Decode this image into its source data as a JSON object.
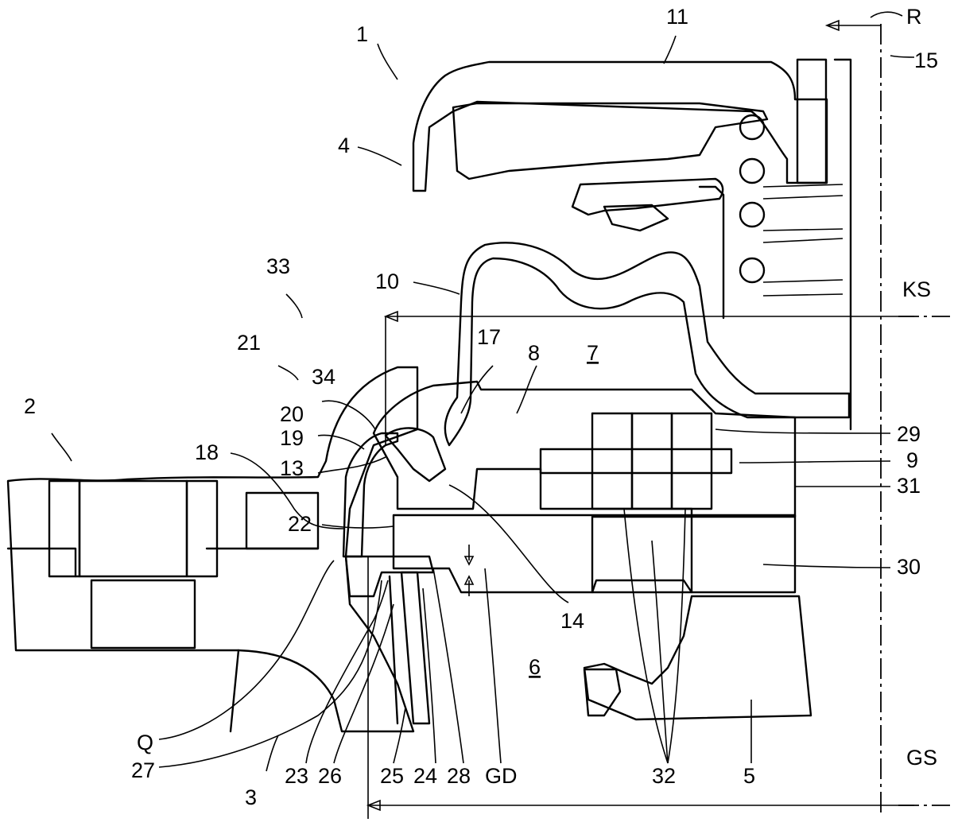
{
  "figure": {
    "labels": {
      "l1": "1",
      "l2": "2",
      "l3": "3",
      "l4": "4",
      "l5": "5",
      "l6": "6",
      "l7": "7",
      "l8": "8",
      "l9": "9",
      "l10": "10",
      "l11": "11",
      "l13": "13",
      "l14": "14",
      "l15": "15",
      "l17": "17",
      "l18": "18",
      "l19": "19",
      "l20": "20",
      "l21": "21",
      "l22": "22",
      "l23": "23",
      "l24": "24",
      "l25": "25",
      "l26": "26",
      "l27": "27",
      "l28": "28",
      "l29": "29",
      "l30": "30",
      "l31": "31",
      "l32": "32",
      "l33": "33",
      "l34": "34",
      "lR": "R",
      "lKS": "KS",
      "lGS": "GS",
      "lQ": "Q",
      "lGD": "GD"
    }
  },
  "colors": {
    "line": "#000000",
    "background": "#ffffff"
  }
}
